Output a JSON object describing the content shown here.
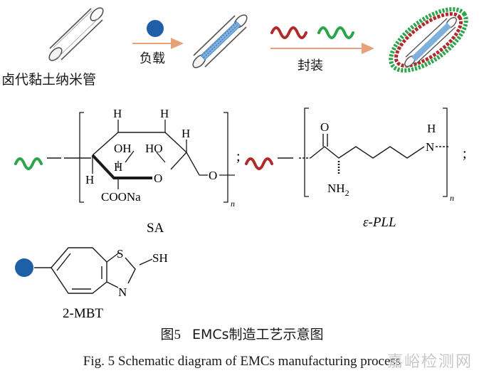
{
  "top_row": {
    "nanotube_label": "卤代黏土纳米管",
    "step1_label": "负载",
    "step2_label": "封装"
  },
  "sa": {
    "name": "SA",
    "h_labels": [
      "H",
      "H",
      "H",
      "H",
      "H"
    ],
    "oh_1": "OH",
    "ho_1": "HO",
    "ring_o": "O",
    "link_o": "O",
    "coona": "COONa",
    "subscript": "n"
  },
  "pll": {
    "name": "ε-PLL",
    "carbonyl_o": "O",
    "nh_h": "H",
    "nh_n": "N",
    "nh2": "NH",
    "nh2_sub": "2",
    "subscript": "n"
  },
  "separator": ";",
  "mbt": {
    "name": "2-MBT",
    "s_atom": "S",
    "n_atom": "N",
    "sh": "SH"
  },
  "caption": {
    "fig_num_cn": "图5",
    "title_cn": "EMCs制造工艺示意图",
    "title_en": "Fig. 5    Schematic diagram of EMCs manufacturing process"
  },
  "watermark": "嘉峪检测网",
  "colors": {
    "blue_dot": "#1f5fa8",
    "green_chain": "#2aa64a",
    "red_chain": "#b02a2a",
    "arrow": "#e8a27a",
    "tube_fill": "#7fb0dc"
  }
}
